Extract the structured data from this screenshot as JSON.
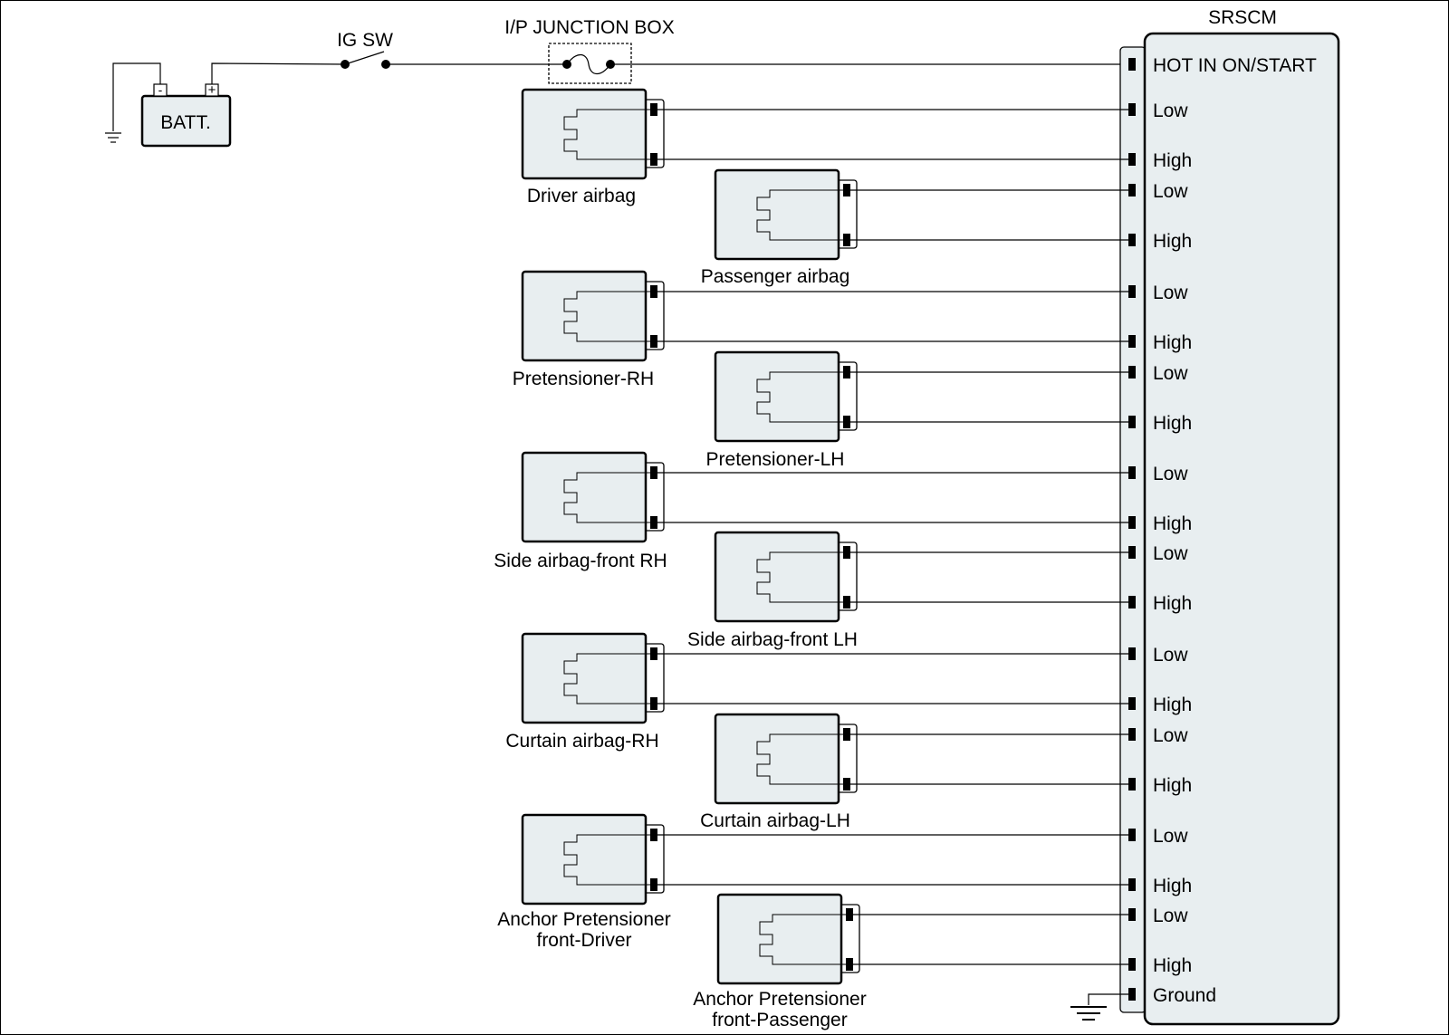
{
  "battery": {
    "label": "BATT.",
    "neg": "-",
    "pos": "+"
  },
  "ig_switch": {
    "label": "IG SW"
  },
  "junction_box": {
    "label": "I/P JUNCTION BOX"
  },
  "srscm": {
    "title": "SRSCM",
    "power_pin": "HOT IN ON/START",
    "ground_pin": "Ground",
    "low": "Low",
    "high": "High"
  },
  "components": [
    {
      "id": "driver-airbag",
      "label": "Driver airbag"
    },
    {
      "id": "passenger-airbag",
      "label": "Passenger airbag"
    },
    {
      "id": "pretensioner-rh",
      "label": "Pretensioner-RH"
    },
    {
      "id": "pretensioner-lh",
      "label": "Pretensioner-LH"
    },
    {
      "id": "side-airbag-front-rh",
      "label": "Side airbag-front RH"
    },
    {
      "id": "side-airbag-front-lh",
      "label": "Side airbag-front LH"
    },
    {
      "id": "curtain-airbag-rh",
      "label": "Curtain airbag-RH"
    },
    {
      "id": "curtain-airbag-lh",
      "label": "Curtain airbag-LH"
    },
    {
      "id": "anchor-pretensioner-driver",
      "label": "Anchor Pretensioner",
      "label2": "front-Driver"
    },
    {
      "id": "anchor-pretensioner-passenger",
      "label": "Anchor Pretensioner",
      "label2": "front-Passenger"
    }
  ],
  "colors": {
    "box_fill": "#e8eef0",
    "line": "#000000"
  }
}
